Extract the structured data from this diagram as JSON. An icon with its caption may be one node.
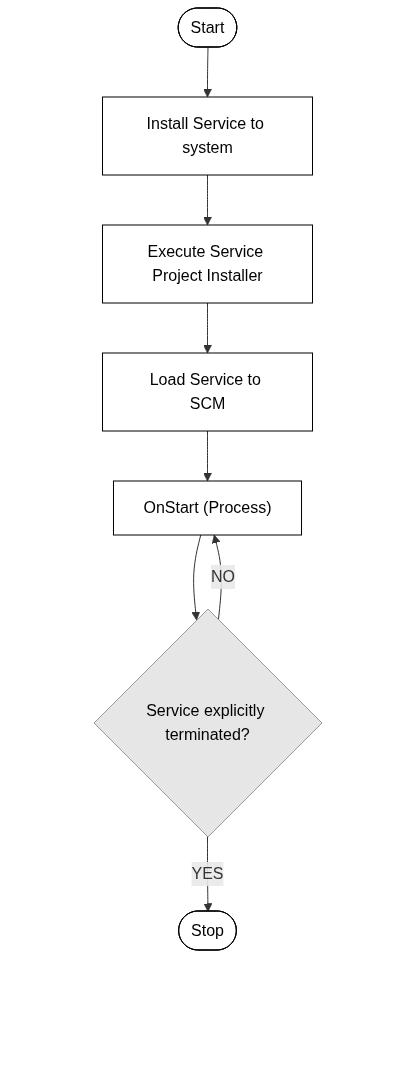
{
  "diagram": {
    "nodes": [
      {
        "text": [
          "Start"
        ]
      },
      {
        "text": [
          "Install Service to system"
        ]
      },
      {
        "text": [
          "Execute Service Project Installer"
        ]
      },
      {
        "text": [
          "Load Service to SCM"
        ]
      },
      {
        "text": [
          "OnStart (Process)"
        ]
      },
      {
        "text": [
          "Service explicitly terminated?"
        ]
      },
      {
        "text": [
          "Stop"
        ]
      }
    ],
    "edges": [
      {
        "from": 0,
        "to": 1,
        "arrow": "to"
      },
      {
        "from": 1,
        "to": 2,
        "arrow": "to"
      },
      {
        "from": 2,
        "to": 3,
        "arrow": "to"
      },
      {
        "from": 3,
        "to": 4,
        "arrow": "to"
      },
      {
        "from": 4,
        "to": 5,
        "arrow": "to"
      },
      {
        "from": 5,
        "to": 4,
        "arrow": "to",
        "label": "NO"
      },
      {
        "from": 5,
        "to": 6,
        "arrow": "to",
        "label": "YES"
      }
    ]
  }
}
